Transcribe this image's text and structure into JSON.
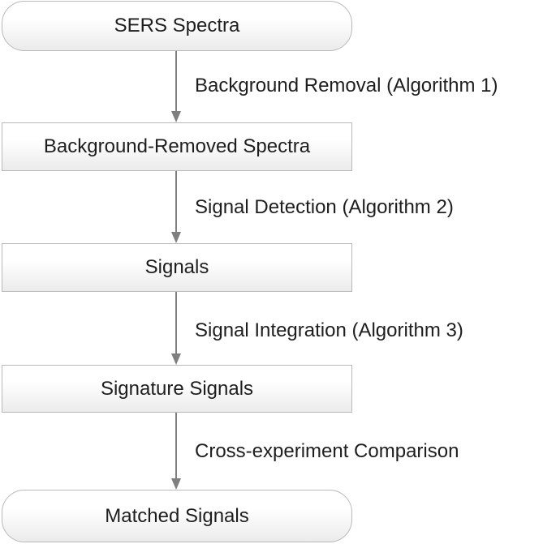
{
  "nodes": [
    {
      "label": "SERS Spectra",
      "shape": "rounded"
    },
    {
      "label": "Background-Removed Spectra",
      "shape": "rectangle"
    },
    {
      "label": "Signals",
      "shape": "rectangle"
    },
    {
      "label": "Signature Signals",
      "shape": "rectangle"
    },
    {
      "label": "Matched Signals",
      "shape": "rounded"
    }
  ],
  "edges": [
    {
      "from": "SERS Spectra",
      "to": "Background-Removed Spectra",
      "label": "Background Removal (Algorithm 1)"
    },
    {
      "from": "Background-Removed Spectra",
      "to": "Signals",
      "label": "Signal Detection (Algorithm 2)"
    },
    {
      "from": "Signals",
      "to": "Signature Signals",
      "label": "Signal Integration (Algorithm 3)"
    },
    {
      "from": "Signature Signals",
      "to": "Matched Signals",
      "label": "Cross-experiment Comparison"
    }
  ],
  "colors": {
    "node_border": "#b9b9b9",
    "node_fill_top": "#ffffff",
    "node_fill_bottom": "#ebebeb",
    "arrow": "#7f7f7f",
    "text": "#1e1e1e"
  }
}
